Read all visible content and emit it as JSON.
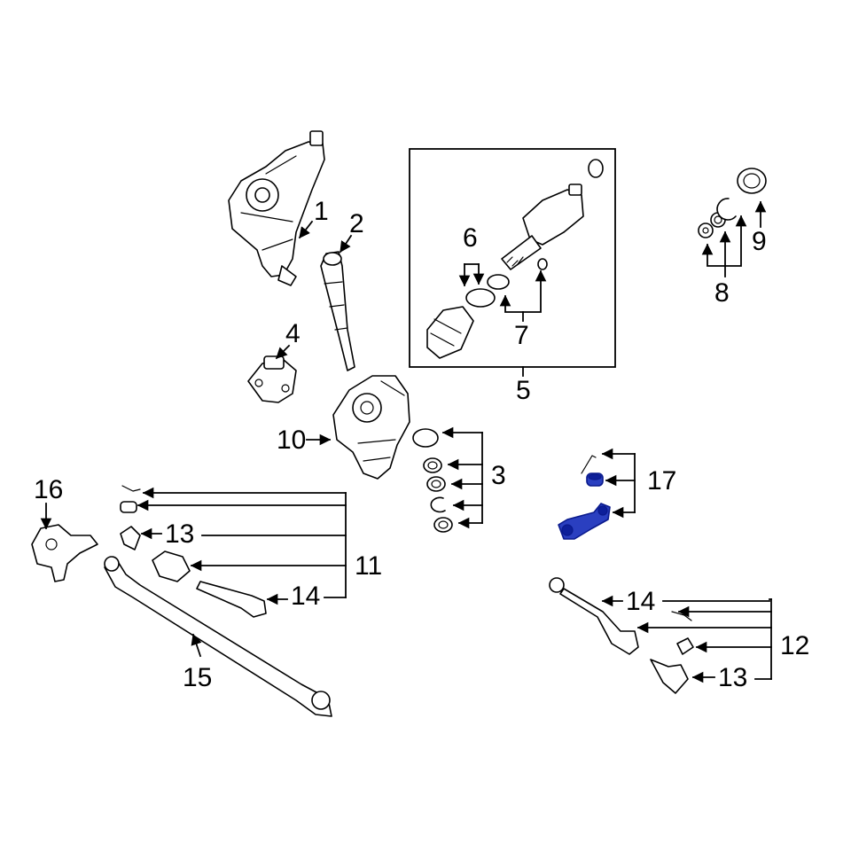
{
  "diagram": {
    "type": "parts-exploded-view",
    "highlight_color": "#2a3fc0",
    "highlighted_part": "17",
    "callouts": {
      "c1": "1",
      "c2": "2",
      "c3": "3",
      "c4": "4",
      "c5": "5",
      "c6": "6",
      "c7": "7",
      "c8": "8",
      "c9": "9",
      "c10": "10",
      "c11": "11",
      "c12": "12",
      "c13a": "13",
      "c13b": "13",
      "c14a": "14",
      "c14b": "14",
      "c15": "15",
      "c16": "16",
      "c17": "17"
    }
  }
}
